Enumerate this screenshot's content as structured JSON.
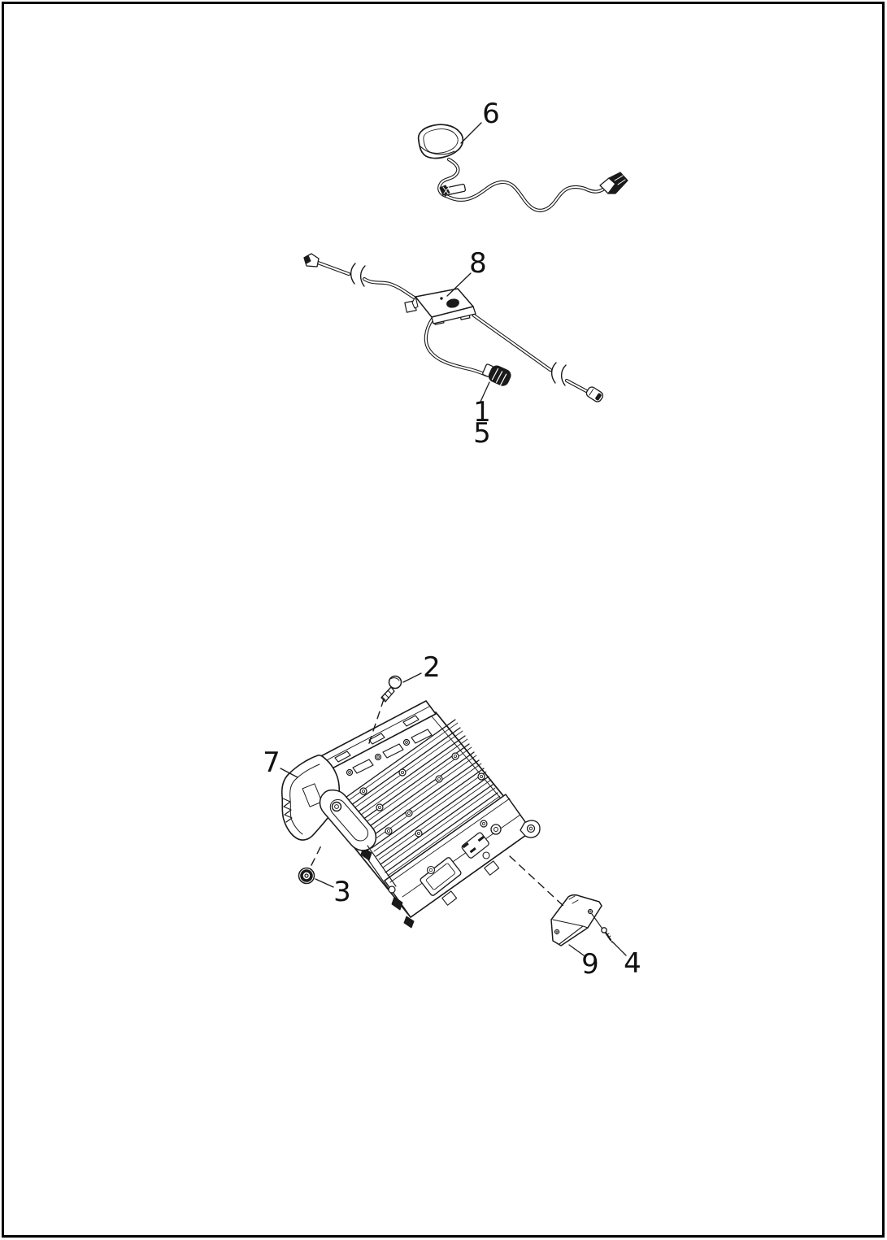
{
  "figure": {
    "kind": "exploded-parts-diagram",
    "sections": [
      "gps-antenna",
      "antenna-cable-assembly",
      "amplifier-unit"
    ]
  },
  "callouts": [
    {
      "part": "gps-antenna",
      "label": "6"
    },
    {
      "part": "antenna-cable-module",
      "label": "8"
    },
    {
      "part": "cable-connector-row1",
      "label": "1"
    },
    {
      "part": "cable-connector-row2",
      "label": "5"
    },
    {
      "part": "mount-screw",
      "label": "2"
    },
    {
      "part": "front-cover-bracket",
      "label": "7"
    },
    {
      "part": "grommet",
      "label": "3"
    },
    {
      "part": "access-cover-plate",
      "label": "9"
    },
    {
      "part": "cover-screw",
      "label": "4"
    }
  ],
  "colors": {
    "line": "#1a1a1a",
    "background": "#ffffff",
    "frame": "#000000"
  }
}
